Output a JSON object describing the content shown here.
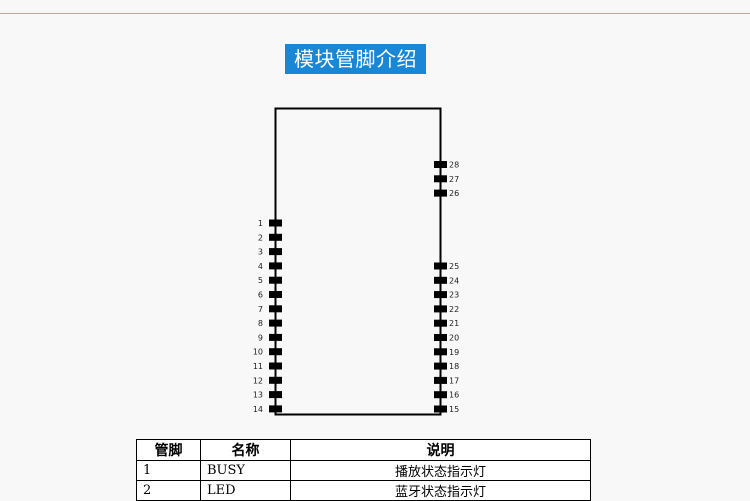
{
  "title": "模块管脚介绍",
  "colors": {
    "accent": "#1a86d6",
    "top_rule": "#8fb4d6",
    "background": "#f8f8f8"
  },
  "diagram": {
    "left_pins": [
      "1",
      "2",
      "3",
      "4",
      "5",
      "6",
      "7",
      "8",
      "9",
      "10",
      "11",
      "12",
      "13",
      "14"
    ],
    "right_pins_lower": [
      "25",
      "24",
      "23",
      "22",
      "21",
      "20",
      "19",
      "18",
      "17",
      "16",
      "15"
    ],
    "right_pins_upper": [
      "28",
      "27",
      "26"
    ]
  },
  "table": {
    "headers": [
      "管脚",
      "名称",
      "说明"
    ],
    "rows": [
      {
        "pin": "1",
        "name": "BUSY",
        "desc": "播放状态指示灯"
      },
      {
        "pin": "2",
        "name": "LED",
        "desc": "蓝牙状态指示灯"
      }
    ]
  }
}
